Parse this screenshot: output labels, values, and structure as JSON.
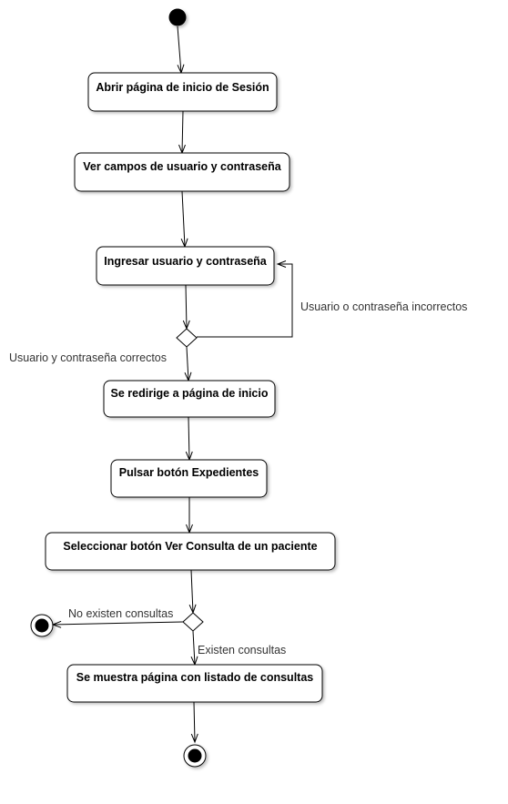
{
  "diagram": {
    "activities": [
      "Abrir página de inicio de Sesión",
      "Ver campos de usuario y contraseña",
      "Ingresar usuario y contraseña",
      "Se redirige a página de inicio",
      "Pulsar botón Expedientes",
      "Seleccionar botón Ver Consulta de un paciente",
      "Se muestra página con listado de consultas"
    ],
    "guards": {
      "incorrect": "Usuario o contraseña incorrectos",
      "correct": "Usuario y contraseña correctos",
      "no_consultas": "No existen consultas",
      "existen_consultas": "Existen consultas"
    }
  }
}
